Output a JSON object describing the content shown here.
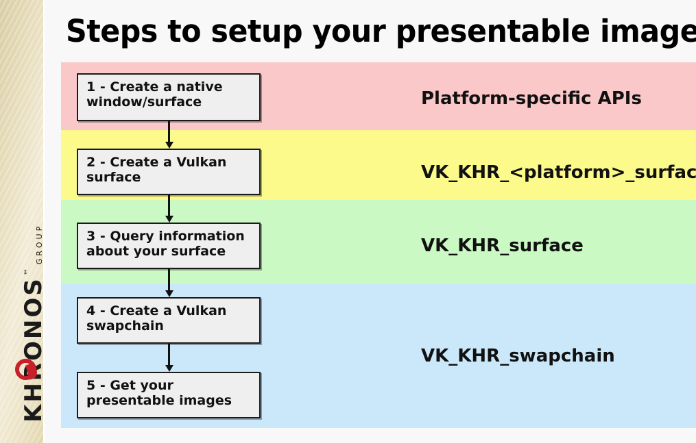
{
  "slide": {
    "title": "Steps to setup your presentable images",
    "background_color": "#f8f8f8"
  },
  "branding": {
    "logo_word": "KHRONOS",
    "logo_trademark": "™",
    "logo_subtitle": "GROUP",
    "logo_ring_color": "#c8202a",
    "sidebar_gradient_from": "#d9cda4",
    "sidebar_gradient_to": "#f2ebd6"
  },
  "bands": [
    {
      "name": "platform",
      "color": "#fbc8ca"
    },
    {
      "name": "surface-creation",
      "color": "#fbfa8b"
    },
    {
      "name": "surface-query",
      "color": "#caf9c4"
    },
    {
      "name": "swapchain",
      "color": "#cbe8fb"
    }
  ],
  "flow": {
    "steps": [
      {
        "number": "1",
        "label": "1 - Create a native window/surface"
      },
      {
        "number": "2",
        "label": "2 - Create a Vulkan surface"
      },
      {
        "number": "3",
        "label": "3 - Query information about your surface"
      },
      {
        "number": "4",
        "label": "4 - Create a Vulkan swapchain"
      },
      {
        "number": "5",
        "label": "5 - Get your presentable images"
      }
    ],
    "box_fill_color": "#efefef",
    "box_border_color": "#1a1a1a",
    "arrow_color": "#111111"
  },
  "api_labels": [
    {
      "text": "Platform-specific APIs"
    },
    {
      "text": "VK_KHR_<platform>_surface"
    },
    {
      "text": "VK_KHR_surface"
    },
    {
      "text": "VK_KHR_swapchain"
    }
  ]
}
